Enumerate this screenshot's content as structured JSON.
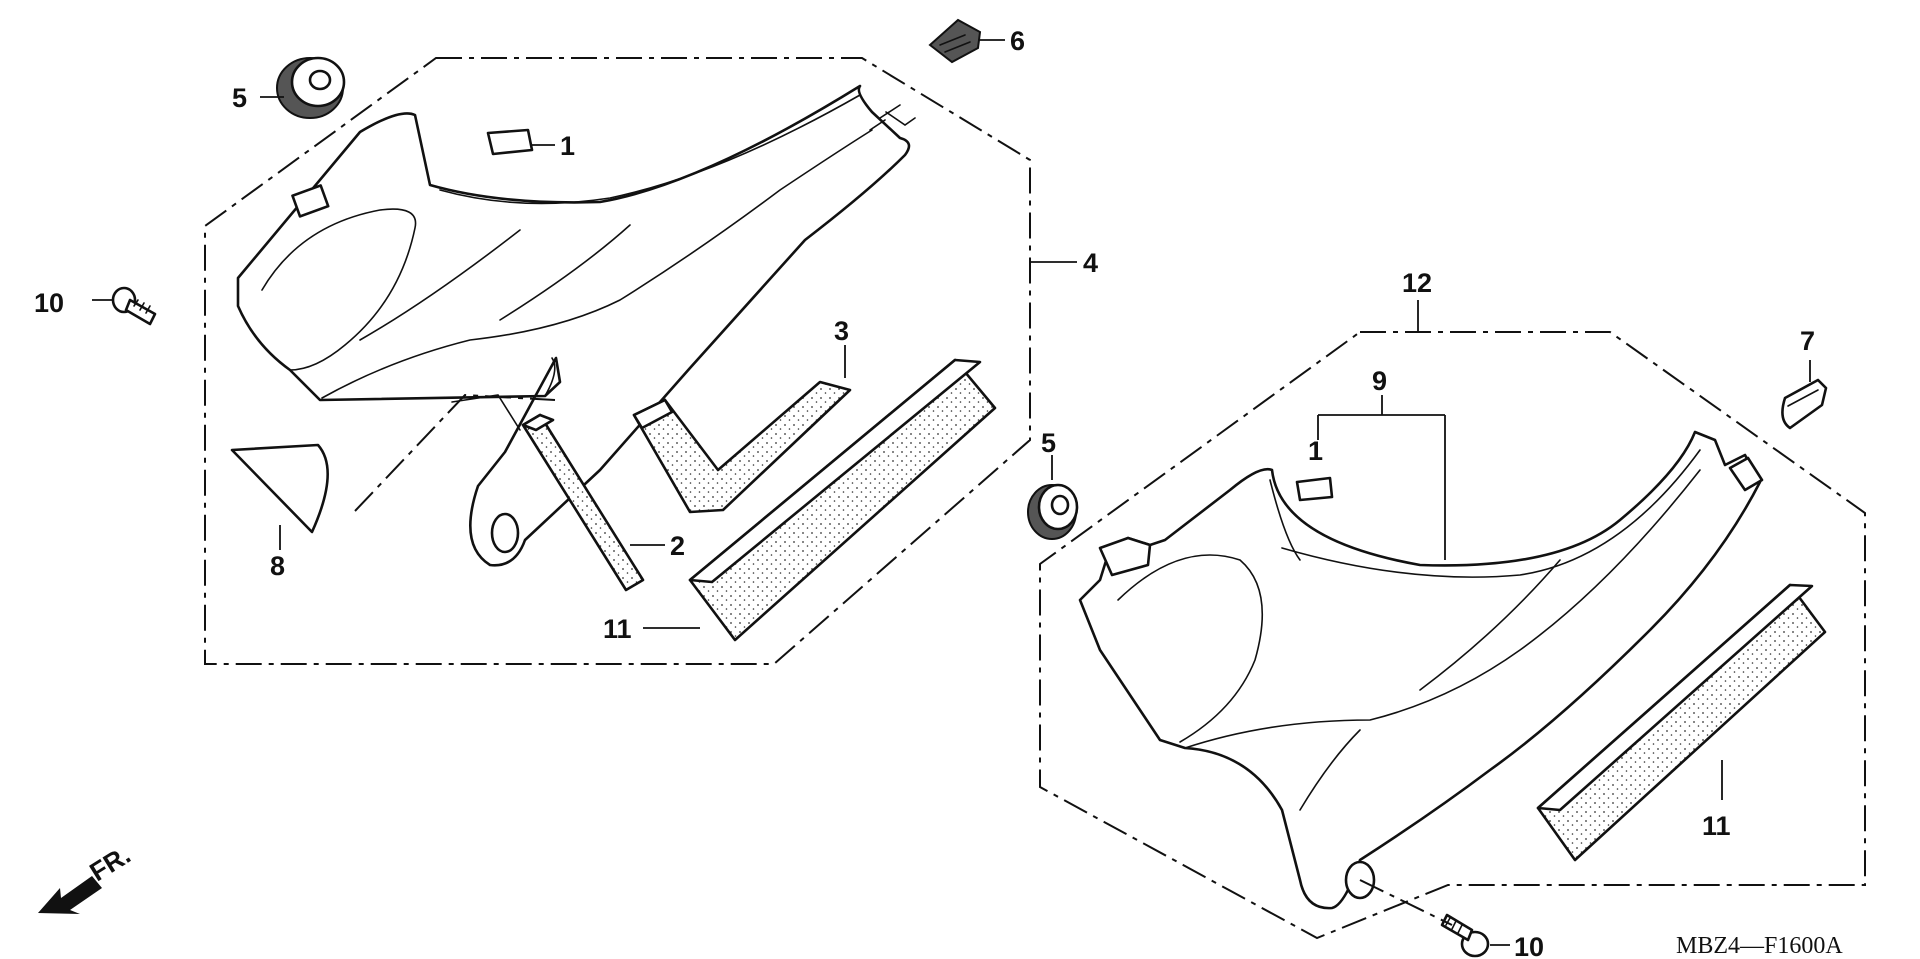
{
  "diagram": {
    "code": "MBZ4—F1600A",
    "direction_label": "FR.",
    "callouts": {
      "c1_left": "1",
      "c1_right": "1",
      "c2": "2",
      "c3": "3",
      "c4": "4",
      "c5_left": "5",
      "c5_right": "5",
      "c6": "6",
      "c7": "7",
      "c8": "8",
      "c9": "9",
      "c10_left": "10",
      "c10_right": "10",
      "c11_left": "11",
      "c11_right": "11",
      "c12": "12"
    }
  }
}
